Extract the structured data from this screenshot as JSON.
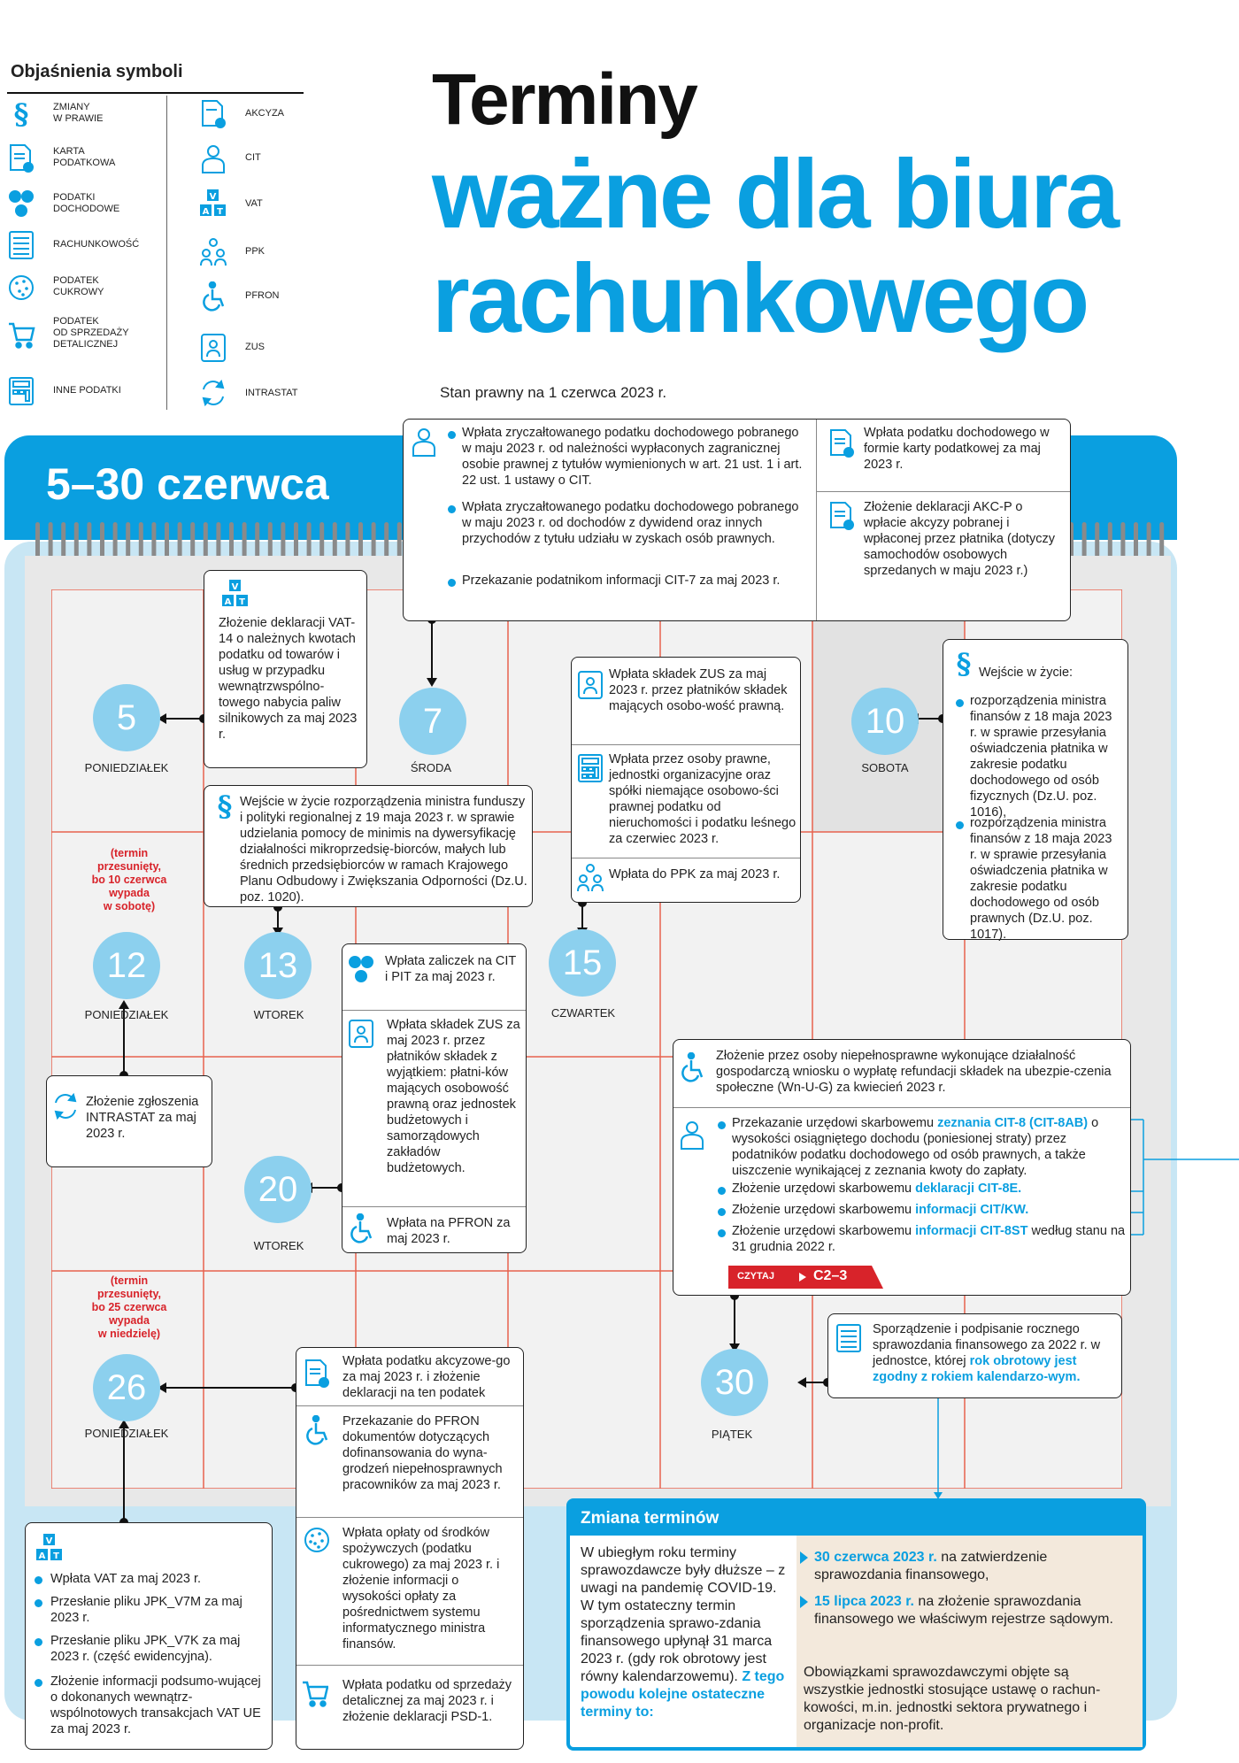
{
  "legend": {
    "title": "Objaśnienia symboli",
    "items": [
      {
        "icon": "paragraph-icon",
        "label": "ZMIANY\nW PRAWIE"
      },
      {
        "icon": "tax-card-icon",
        "label": "KARTA\nPODATKOWA"
      },
      {
        "icon": "coins-icon",
        "label": "PODATKI\nDOCHODOWE"
      },
      {
        "icon": "ledger-icon",
        "label": "RACHUNKOWOŚĆ"
      },
      {
        "icon": "sugar-icon",
        "label": "PODATEK\nCUKROWY"
      },
      {
        "icon": "cart-icon",
        "label": "PODATEK\nOD SPRZEDAŻY\nDETALICZNEJ"
      },
      {
        "icon": "calculator-icon",
        "label": "INNE PODATKI"
      },
      {
        "icon": "excise-doc-icon",
        "label": "AKCYZA"
      },
      {
        "icon": "person-icon",
        "label": "CIT"
      },
      {
        "icon": "vat-icon",
        "label": "VAT"
      },
      {
        "icon": "people-icon",
        "label": "PPK"
      },
      {
        "icon": "wheelchair-icon",
        "label": "PFRON"
      },
      {
        "icon": "id-card-icon",
        "label": "ZUS"
      },
      {
        "icon": "arrows-icon",
        "label": "INTRASTAT"
      }
    ]
  },
  "title": {
    "line1": "Terminy",
    "line2": "ważne dla biura",
    "line3": "rachunkowego"
  },
  "legal_state": "Stan prawny na 1 czerwca 2023 r.",
  "calendar_label": "5–30 czerwca",
  "days": [
    {
      "num": "5",
      "name": "PONIEDZIAŁEK"
    },
    {
      "num": "7",
      "name": "ŚRODA"
    },
    {
      "num": "10",
      "name": "SOBOTA"
    },
    {
      "num": "12",
      "name": "PONIEDZIAŁEK"
    },
    {
      "num": "13",
      "name": "WTOREK"
    },
    {
      "num": "15",
      "name": "CZWARTEK"
    },
    {
      "num": "20",
      "name": "WTOREK"
    },
    {
      "num": "26",
      "name": "PONIEDZIAŁEK"
    },
    {
      "num": "30",
      "name": "PIĄTEK"
    }
  ],
  "notes": {
    "n12": "(termin\nprzesunięty,\nbo 10 czerwca\nwypada\nw sobotę)",
    "n26": "(termin\nprzesunięty,\nbo 25 czerwca\nwypada\nw niedzielę)"
  },
  "top_box": {
    "b1": "Wpłata zryczałtowanego podatku dochodowego pobranego w maju 2023 r. od należności wypłaconych zagranicznej osobie prawnej z tytułów wymienionych w art. 21 ust. 1 i art. 22 ust. 1 ustawy o CIT.",
    "b2": "Wpłata zryczałtowanego podatku dochodowego pobranego w maju 2023 r. od dochodów z dywidend oraz innych przychodów z tytułu udziału w zyskach osób prawnych.",
    "b3": "Przekazanie podatnikom informacji CIT-7 za maj 2023 r.",
    "r1": "Wpłata podatku dochodowego w formie karty podatkowej za maj 2023 r.",
    "r2": "Złożenie deklaracji AKC-P o wpłacie akcyzy pobranej i wpłaconej przez płatnika (dotyczy samochodów osobowych sprzedanych w maju 2023 r.)"
  },
  "vat14": "Złożenie deklaracji VAT-14 o należnych kwotach podatku od towarów i usług w przypadku wewnątrzwspólno-towego nabycia paliw silnikowych za maj 2023 r.",
  "rozp13": "Wejście w życie rozporządzenia ministra funduszy i polityki regionalnej z 19 maja 2023 r. w sprawie udzielania pomocy de minimis na dywersyfikację działalności mikroprzedsię-biorców, małych lub średnich przedsiębiorców w ramach Krajowego Planu Odbudowy i Zwiększania Odporności (Dz.U. poz. 1020).",
  "box15": {
    "a": "Wpłata składek ZUS za maj 2023 r. przez płatników składek mających osobo-wość prawną.",
    "b": "Wpłata przez osoby prawne, jednostki organizacyjne oraz spółki niemające osobowo-ści prawnej podatku od nieruchomości i podatku leśnego za czerwiec 2023 r.",
    "c": "Wpłata do PPK za maj 2023 r."
  },
  "box10": {
    "head": "Wejście w życie:",
    "a": "rozporządzenia ministra finansów z 18 maja 2023 r. w sprawie przesyłania oświadczenia płatnika w zakresie podatku dochodowego od osób fizycznych (Dz.U. poz. 1016),",
    "b": "rozporządzenia ministra finansów z 18 maja 2023 r. w sprawie przesyłania oświadczenia płatnika w zakresie podatku dochodowego od osób prawnych (Dz.U. poz. 1017)."
  },
  "intrastat": "Złożenie zgłoszenia INTRASTAT za maj 2023 r.",
  "box20": {
    "a": "Wpłata zaliczek na CIT i PIT za maj 2023 r.",
    "b": "Wpłata składek ZUS za maj 2023 r. przez płatników składek z wyjątkiem: płatni-ków mających osobowość prawną oraz jednostek budżetowych i samorządowych zakładów budżetowych.",
    "c": "Wpłata na PFRON za maj 2023 r."
  },
  "box30": {
    "a": "Złożenie przez osoby niepełnosprawne wykonujące działalność gospodarczą wniosku o wypłatę refundacji składek na ubezpie-czenia społeczne (Wn-U-G) za kwiecień 2023 r.",
    "b_pre": "Przekazanie urzędowi skarbowemu ",
    "b_link": "zeznania CIT-8 (CIT-8AB)",
    "b_post": " o wysokości osiągniętego dochodu (poniesionej straty) przez podatników podatku dochodowego od osób prawnych, a także uiszczenie wynikającej z zeznania kwoty do zapłaty.",
    "c_pre": "Złożenie urzędowi skarbowemu ",
    "c_link": "deklaracji CIT-8E.",
    "d_pre": "Złożenie urzędowi skarbowemu ",
    "d_link": "informacji CIT/KW.",
    "e_pre": "Złożenie urzędowi skarbowemu ",
    "e_link": "informacji CIT-8ST",
    "e_post": " według stanu na 31 grudnia 2022 r.",
    "czytaj": "CZYTAJ",
    "czytaj_ref": "C2–3"
  },
  "sprawozd": {
    "pre": "Sporządzenie i podpisanie rocznego sprawozdania finansowego za 2022 r. w jednostce, której ",
    "bold": "rok obrotowy jest zgodny z rokiem kalendarzo-wym."
  },
  "box26": {
    "a": "Wpłata podatku akcyzowe-go za maj 2023 r. i złożenie deklaracji na ten podatek",
    "b": "Przekazanie do PFRON dokumentów dotyczących dofinansowania do wyna-grodzeń niepełnosprawnych pracowników za maj 2023 r.",
    "c": "Wpłata opłaty od środków spożywczych (podatku cukrowego) za maj 2023 r. i złożenie informacji o wysokości opłaty za pośrednictwem systemu informatycznego ministra finansów.",
    "d": "Wpłata podatku od sprzedaży detalicznej za maj 2023 r. i złożenie deklaracji PSD-1."
  },
  "vat_box": {
    "a": "Wpłata VAT za maj 2023 r.",
    "b": "Przesłanie pliku JPK_V7M za maj 2023 r.",
    "c": "Przesłanie pliku JPK_V7K za maj 2023 r. (część ewidencyjna).",
    "d": "Złożenie informacji podsumo-wującej o dokonanych wewnątrz-wspólnotowych transakcjach VAT UE za maj 2023 r."
  },
  "zmiana": {
    "title": "Zmiana terminów",
    "left": "W ubiegłym roku terminy sprawozdawcze były dłuższe – z uwagi na pandemię COVID-19. W tym ostateczny termin sporządzenia sprawo-zdania finansowego upłynął 31 marca 2023 r. (gdy rok obrotowy jest równy kalendarzowemu).",
    "left_bold": "Z tego powodu kolejne ostateczne terminy to:",
    "r1_bold": "30 czerwca 2023 r.",
    "r1": " na zatwierdzenie sprawozdania finansowego,",
    "r2_bold": "15 lipca 2023 r.",
    "r2": " na złożenie sprawozdania finansowego we właściwym rejestrze sądowym.",
    "r3": "Obowiązkami sprawozdawczymi objęte są wszystkie jednostki stosujące ustawę o rachun-kowości, m.in. jednostki sektora prywatnego i organizacje non-profit."
  },
  "colors": {
    "accent": "#0a9fe0",
    "accent_light": "#8cd0ee",
    "red": "#d8232a",
    "calendar_back": "#c8e6f4"
  }
}
